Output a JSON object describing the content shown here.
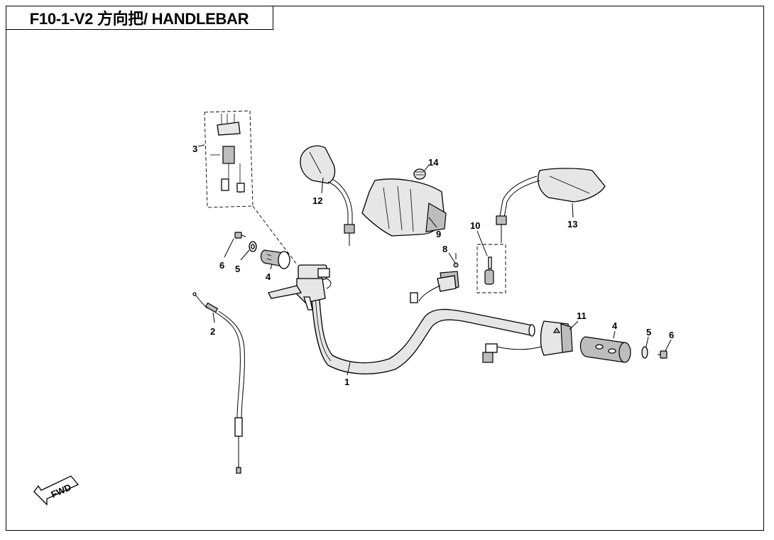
{
  "diagram": {
    "title": "F10-1-V2 方向把/ HANDLEBAR",
    "fwd_label": "FWD",
    "callouts": [
      {
        "id": "1",
        "label": "1"
      },
      {
        "id": "2",
        "label": "2"
      },
      {
        "id": "3",
        "label": "3"
      },
      {
        "id": "4-left",
        "label": "4"
      },
      {
        "id": "5-left",
        "label": "5"
      },
      {
        "id": "6-left",
        "label": "6"
      },
      {
        "id": "8",
        "label": "8"
      },
      {
        "id": "9",
        "label": "9"
      },
      {
        "id": "10",
        "label": "10"
      },
      {
        "id": "11",
        "label": "11"
      },
      {
        "id": "12",
        "label": "12"
      },
      {
        "id": "13",
        "label": "13"
      },
      {
        "id": "14",
        "label": "14"
      },
      {
        "id": "4-right",
        "label": "4"
      },
      {
        "id": "5-right",
        "label": "5"
      },
      {
        "id": "6-right",
        "label": "6"
      }
    ]
  }
}
